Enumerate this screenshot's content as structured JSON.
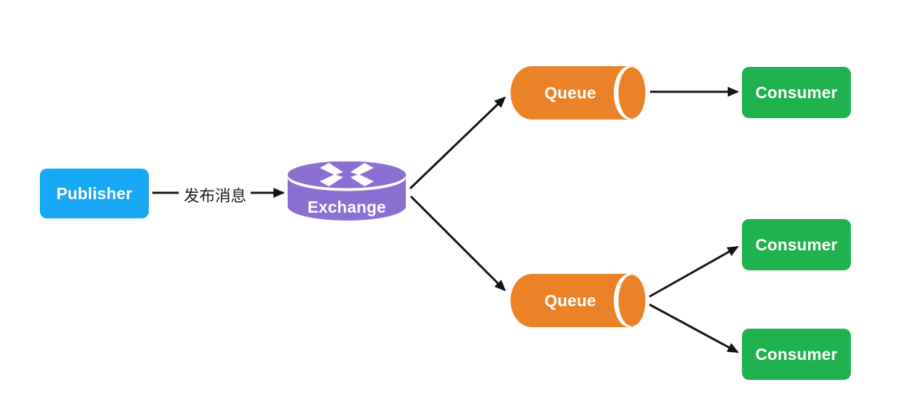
{
  "diagram": {
    "title": "message-flow-diagram",
    "publisher": {
      "label": "Publisher",
      "color": "#19A8F5"
    },
    "exchange": {
      "label": "Exchange",
      "color": "#8B70D2",
      "icon": "routing-arrows-icon"
    },
    "queues": [
      {
        "label": "Queue"
      },
      {
        "label": "Queue"
      }
    ],
    "queue_color": "#EC8227",
    "consumers": [
      {
        "label": "Consumer"
      },
      {
        "label": "Consumer"
      },
      {
        "label": "Consumer"
      }
    ],
    "consumer_color": "#20B24E",
    "arrow_color": "#141414",
    "edges": [
      {
        "from": "publisher",
        "to": "exchange",
        "label": "发布消息"
      },
      {
        "from": "exchange",
        "to": "queue-1",
        "label": ""
      },
      {
        "from": "exchange",
        "to": "queue-2",
        "label": ""
      },
      {
        "from": "queue-1",
        "to": "consumer-1",
        "label": ""
      },
      {
        "from": "queue-2",
        "to": "consumer-2",
        "label": ""
      },
      {
        "from": "queue-2",
        "to": "consumer-3",
        "label": ""
      }
    ]
  }
}
